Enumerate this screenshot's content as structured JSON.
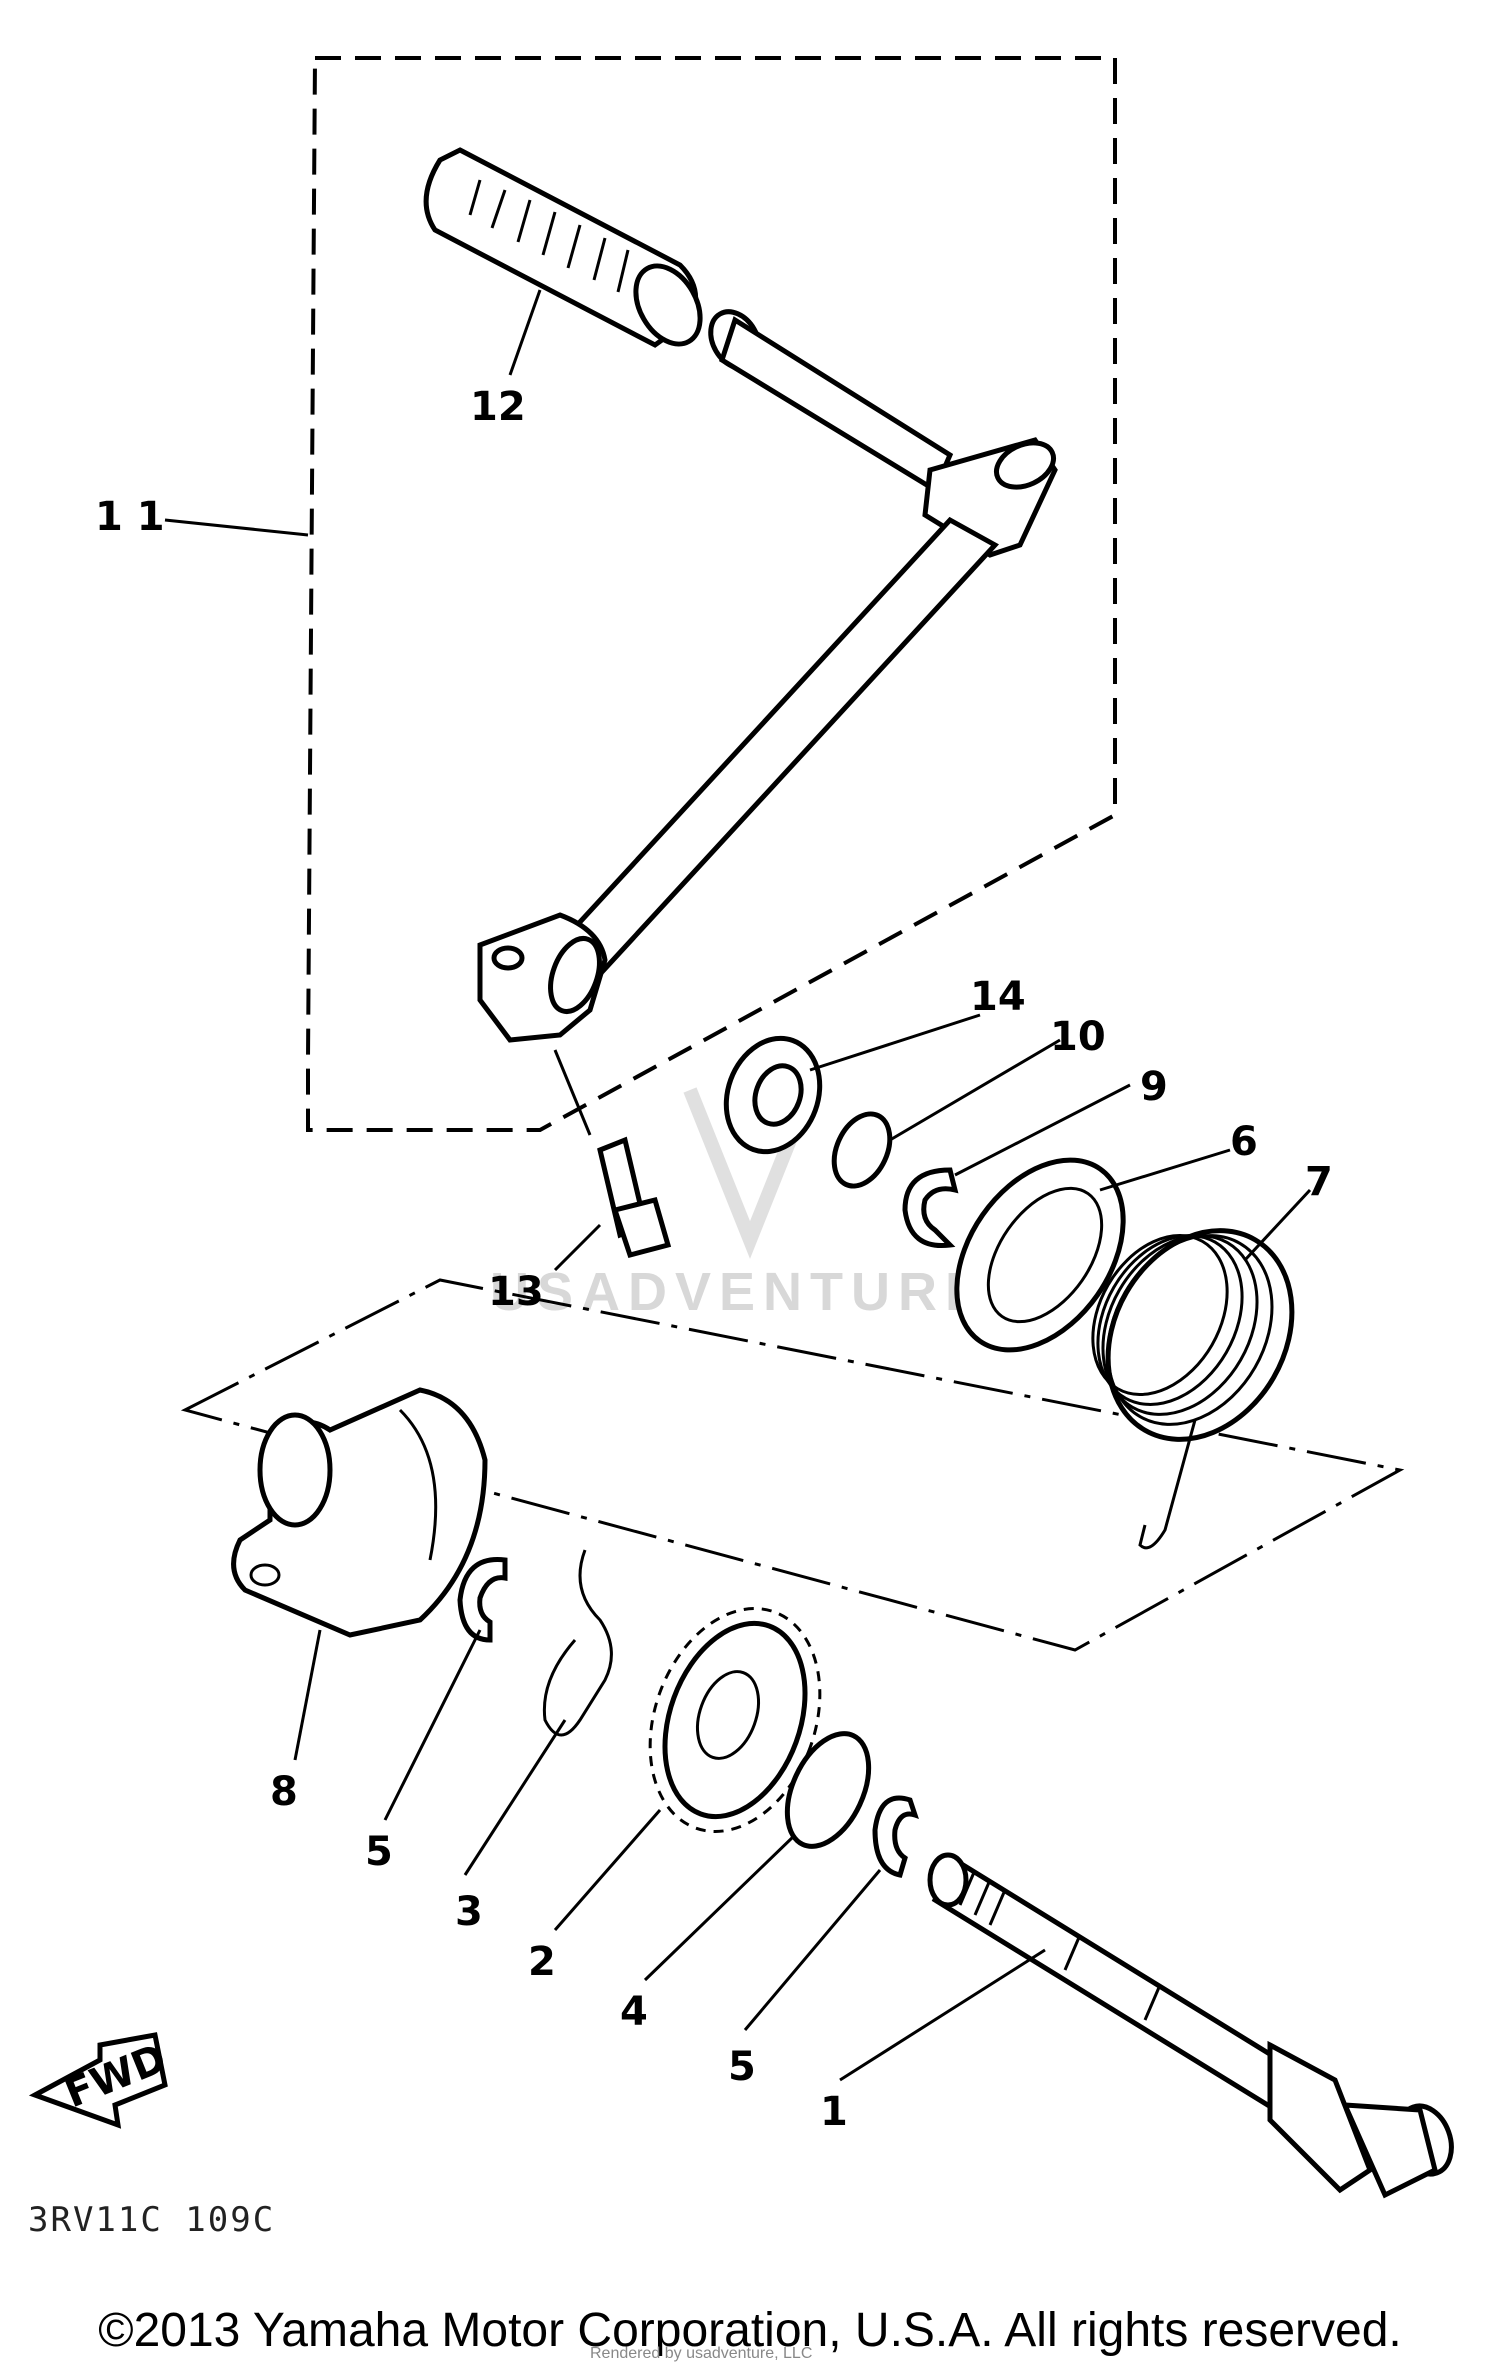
{
  "callouts": [
    {
      "id": "1",
      "label": "1"
    },
    {
      "id": "2",
      "label": "2"
    },
    {
      "id": "3",
      "label": "3"
    },
    {
      "id": "4",
      "label": "4"
    },
    {
      "id": "5a",
      "label": "5"
    },
    {
      "id": "5b",
      "label": "5"
    },
    {
      "id": "6",
      "label": "6"
    },
    {
      "id": "7",
      "label": "7"
    },
    {
      "id": "8",
      "label": "8"
    },
    {
      "id": "9",
      "label": "9"
    },
    {
      "id": "10",
      "label": "10"
    },
    {
      "id": "11",
      "label": "1 1"
    },
    {
      "id": "12",
      "label": "12"
    },
    {
      "id": "13",
      "label": "13"
    },
    {
      "id": "14",
      "label": "14"
    }
  ],
  "fwd_label": "FWD",
  "reference_code": "3RV11C 109C",
  "watermark": "USADVENTURE",
  "copyright": "©2013 Yamaha Motor Corporation, U.S.A. All rights reserved.",
  "render_note": "Rendered by usadventure, LLC"
}
